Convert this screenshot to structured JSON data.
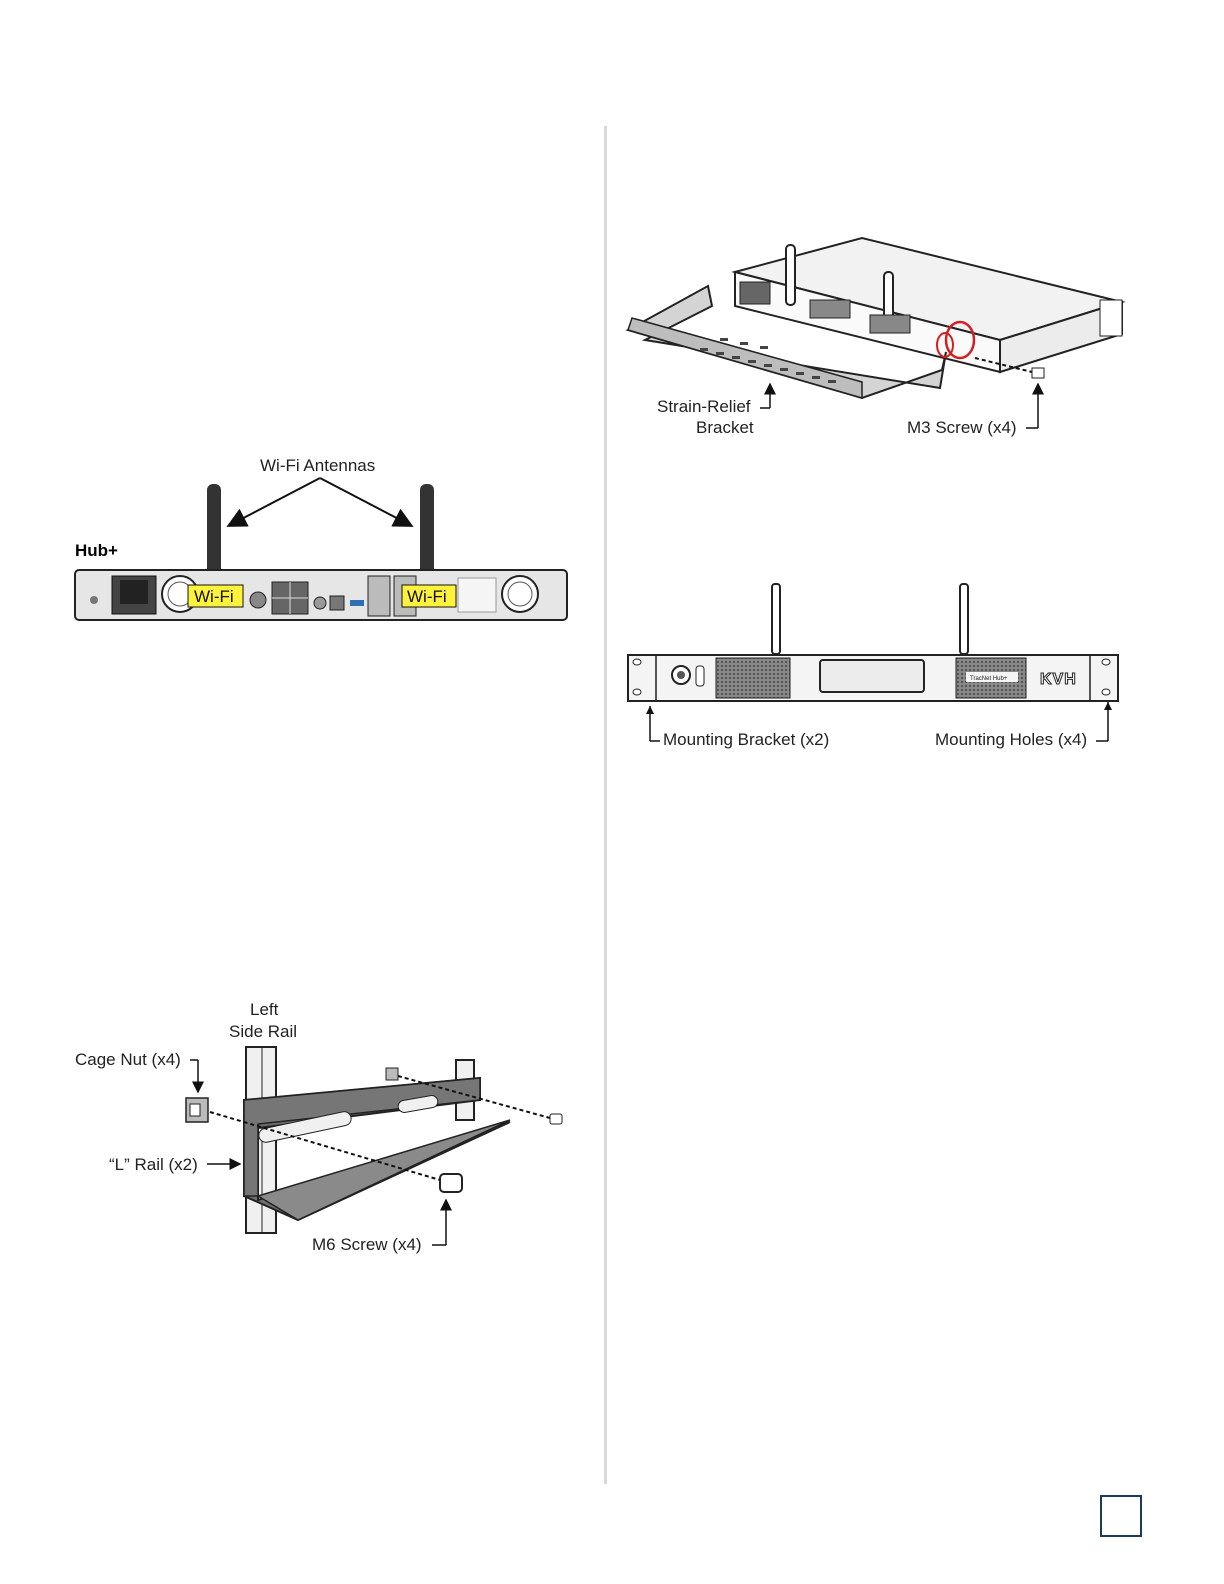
{
  "figures": {
    "hub_rear": {
      "title_label": "Hub+",
      "antennas_label": "Wi-Fi Antennas",
      "wifi_tag_left": "Wi-Fi",
      "wifi_tag_right": "Wi-Fi",
      "colors": {
        "wifi_highlight": "#fff23a",
        "chassis": "#e6e6e6",
        "antenna": "#333333"
      }
    },
    "strain_relief": {
      "bracket_label_line1": "Strain-Relief",
      "bracket_label_line2": "Bracket",
      "screw_label": "M3 Screw (x4)",
      "colors": {
        "rotation_arrow": "#d22020"
      }
    },
    "front_panel": {
      "bracket_label": "Mounting Bracket (x2)",
      "holes_label": "Mounting Holes (x4)",
      "brand": "KVH",
      "model": "TracNet Hub+"
    },
    "rack_rail": {
      "rail_label_line1": "Left",
      "rail_label_line2": "Side Rail",
      "cage_nut_label": "Cage Nut (x4)",
      "l_rail_label": "“L” Rail (x2)",
      "screw_label": "M6 Screw (x4)"
    }
  }
}
